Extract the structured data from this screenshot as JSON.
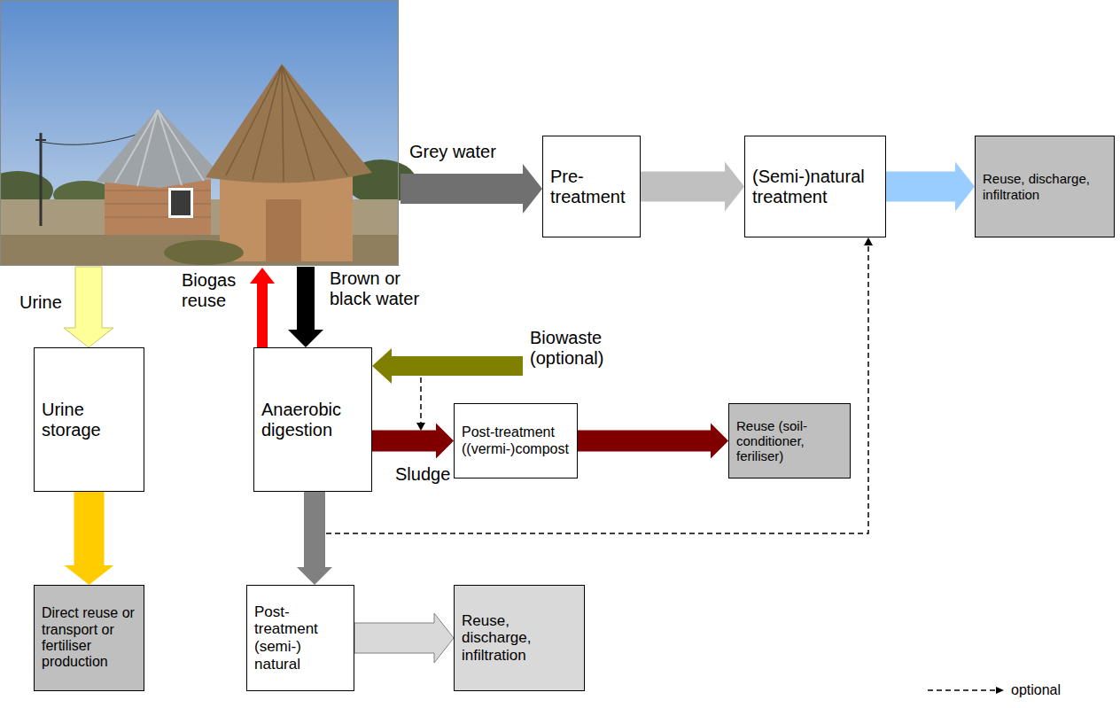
{
  "diagram": {
    "nodes": [
      {
        "text": [
          "Pre-treatment"
        ]
      },
      {
        "text": [
          "(Semi-)natural treatment"
        ]
      },
      {
        "text": [
          "Reuse, discharge, infiltration"
        ]
      },
      {
        "text": [
          "Urine storage"
        ]
      },
      {
        "text": [
          "Anaerobic digestion"
        ]
      },
      {
        "text": [
          "Post-treatment ((vermi-)compost"
        ]
      },
      {
        "text": [
          "Reuse (soil-conditioner, feriliser)"
        ]
      },
      {
        "text": [
          "Direct reuse or transport or fertiliser production"
        ]
      },
      {
        "text": [
          "Post-treatment (semi-) natural"
        ]
      },
      {
        "text": [
          "Reuse, discharge, infiltration"
        ]
      }
    ],
    "edges": [
      {
        "from": 0,
        "to": 1,
        "arrow": "to"
      },
      {
        "from": 1,
        "to": 2,
        "arrow": "to"
      },
      {
        "from": 3,
        "to": 7,
        "arrow": "to"
      },
      {
        "from": 4,
        "to": 5,
        "label": "Sludge",
        "arrow": "to"
      },
      {
        "from": 5,
        "to": 6,
        "arrow": "to"
      },
      {
        "from": 4,
        "to": 8,
        "arrow": "to"
      },
      {
        "from": 8,
        "to": 9,
        "arrow": "to"
      },
      {
        "from": 4,
        "to": 1,
        "arrow": "to"
      }
    ],
    "labels": [
      "Grey water",
      "Urine",
      "Biogas reuse",
      "Brown or black water",
      "Biowaste (optional)"
    ],
    "legend": [
      {
        "text": "optional"
      }
    ]
  }
}
